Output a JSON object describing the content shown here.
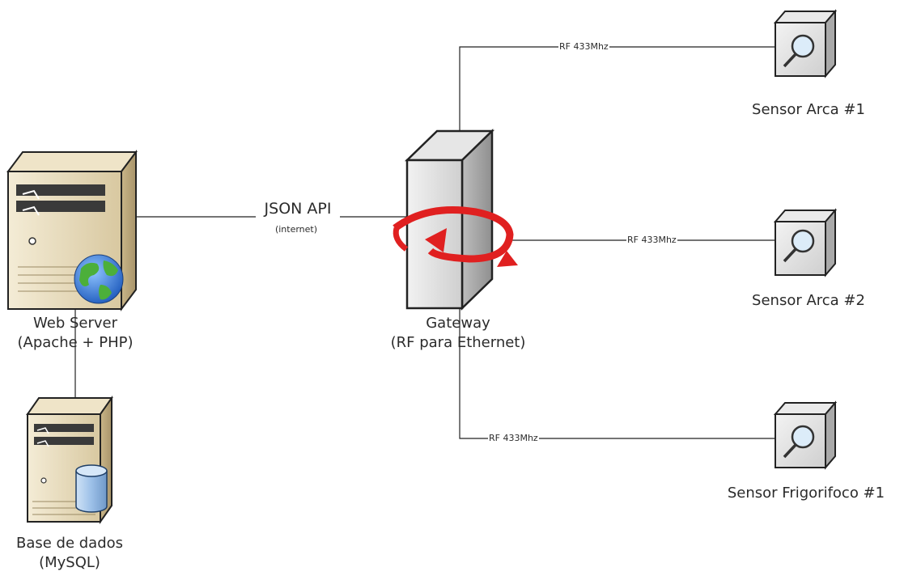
{
  "nodes": {
    "web_server": {
      "line1": "Web Server",
      "line2": "(Apache + PHP)"
    },
    "database": {
      "line1": "Base de dados",
      "line2": "(MySQL)"
    },
    "gateway": {
      "line1": "Gateway",
      "line2": "(RF para Ethernet)"
    },
    "sensor1": {
      "label": "Sensor Arca #1"
    },
    "sensor2": {
      "label": "Sensor Arca #2"
    },
    "sensor3": {
      "label": "Sensor Frigorifoco  #1"
    }
  },
  "links": {
    "api": {
      "label": "JSON API",
      "sublabel": "(internet)"
    },
    "rf1": {
      "label": "RF 433Mhz"
    },
    "rf2": {
      "label": "RF 433Mhz"
    },
    "rf3": {
      "label": "RF 433Mhz"
    }
  },
  "colors": {
    "line": "#222222",
    "server_body": "#e8dcc0",
    "gateway_body": "#d9d9d9",
    "arrow_red": "#e02020",
    "globe_blue": "#3a78d8",
    "globe_green": "#4caf3a",
    "db_blue": "#8fb6e0"
  }
}
